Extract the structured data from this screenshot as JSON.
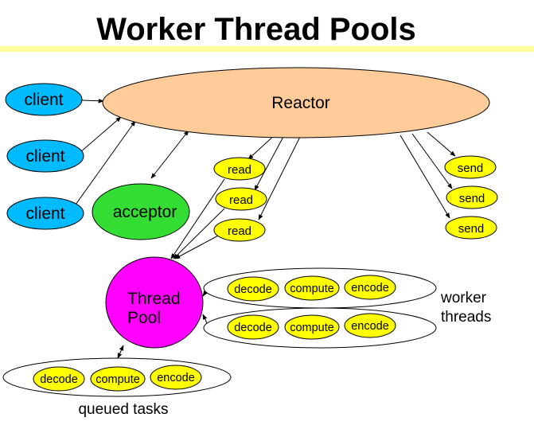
{
  "title": "Worker Thread Pools",
  "colors": {
    "client": "#00bbff",
    "reactor": "#ffcc99",
    "acceptor": "#33dd33",
    "thread_pool": "#ff00ff",
    "task": "#ffff00",
    "title_bar": "#ffff99"
  },
  "nodes": {
    "reactor": "Reactor",
    "clients": [
      "client",
      "client",
      "client"
    ],
    "acceptor": "acceptor",
    "reads": [
      "read",
      "read",
      "read"
    ],
    "sends": [
      "send",
      "send",
      "send"
    ],
    "thread_pool": [
      "Thread",
      "Pool"
    ]
  },
  "worker_rows": [
    [
      "decode",
      "compute",
      "encode"
    ],
    [
      "decode",
      "compute",
      "encode"
    ]
  ],
  "queue_row": [
    "decode",
    "compute",
    "encode"
  ],
  "labels": {
    "worker_threads": [
      "worker",
      "threads"
    ],
    "queued_tasks": "queued tasks"
  }
}
